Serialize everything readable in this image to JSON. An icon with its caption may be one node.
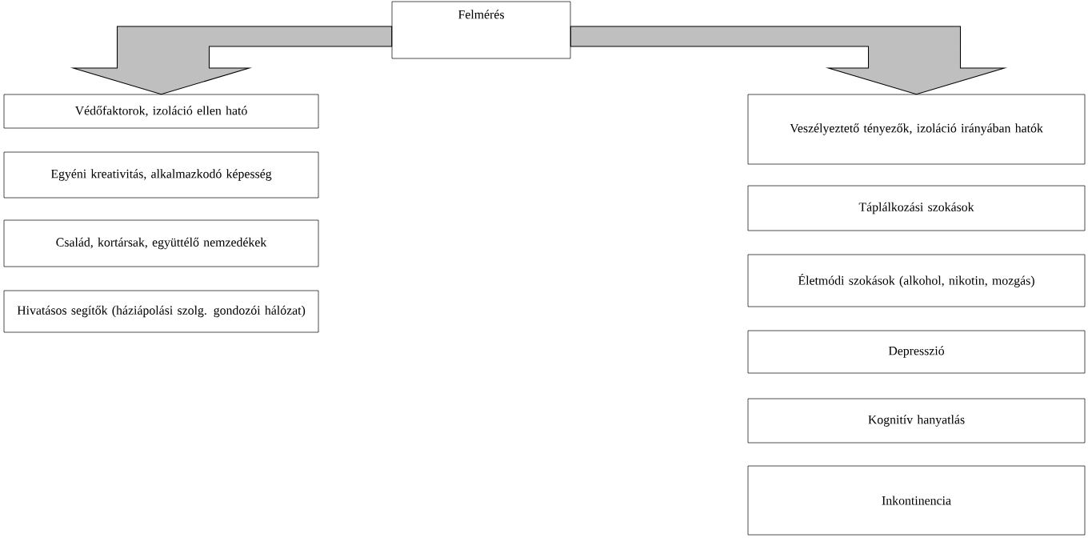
{
  "diagram": {
    "nodes": [
      {
        "text": [
          "Felmérés"
        ]
      },
      {
        "text": [
          "Védőfaktorok, izoláció ellen ható"
        ]
      },
      {
        "text": [
          "Egyéni kreativitás, alkalmazkodó képesség"
        ]
      },
      {
        "text": [
          "Család, kortársak, együttélő nemzedékek"
        ]
      },
      {
        "text": [
          "Hivatásos segítők (háziápolási szolg. gondozói hálózat)"
        ]
      },
      {
        "text": [
          "Veszélyeztető tényezők, izoláció irányában hatók"
        ]
      },
      {
        "text": [
          "Táplálkozási szokások"
        ]
      },
      {
        "text": [
          "Életmódi szokások (alkohol, nikotin, mozgás)"
        ]
      },
      {
        "text": [
          "Depresszió"
        ]
      },
      {
        "text": [
          "Kognitív hanyatlás"
        ]
      },
      {
        "text": [
          "Inkontinencia"
        ]
      }
    ],
    "edges": [
      {
        "from": 0,
        "to": 1,
        "arrow": "to"
      },
      {
        "from": 0,
        "to": 5,
        "arrow": "to"
      }
    ]
  }
}
